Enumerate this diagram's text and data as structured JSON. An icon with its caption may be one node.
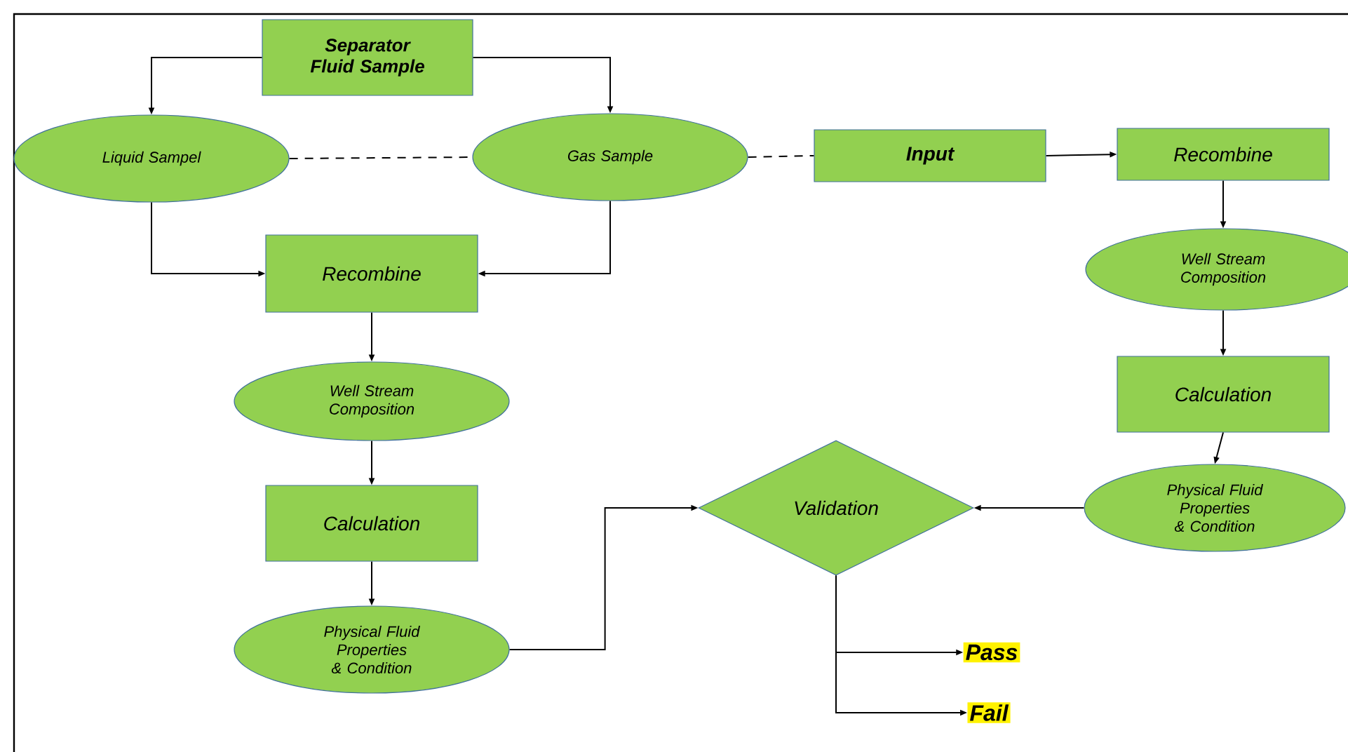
{
  "diagram": {
    "nodes": [
      {
        "text": [
          "Separator Fluid Sample"
        ]
      },
      {
        "text": [
          "Liquid Sampel"
        ]
      },
      {
        "text": [
          "Gas Sample"
        ]
      },
      {
        "text": [
          "Input"
        ]
      },
      {
        "text": [
          "Recombine"
        ]
      },
      {
        "text": [
          "Recombine"
        ]
      },
      {
        "text": [
          "Well Stream Composition"
        ]
      },
      {
        "text": [
          "Well Stream Composition"
        ]
      },
      {
        "text": [
          "Calculation"
        ]
      },
      {
        "text": [
          "Calculation"
        ]
      },
      {
        "text": [
          "Physical Fluid Properties & Condition"
        ]
      },
      {
        "text": [
          "Physical Fluid Properties & Condition"
        ]
      },
      {
        "text": [
          "Validation"
        ]
      },
      {
        "text": [
          "Pass"
        ]
      },
      {
        "text": [
          "Fail"
        ]
      }
    ],
    "edges": [
      {
        "from": 0,
        "to": 1,
        "arrow": "to"
      },
      {
        "from": 0,
        "to": 2,
        "arrow": "to"
      },
      {
        "from": 1,
        "to": 2,
        "arrow": "none",
        "style": "dashed"
      },
      {
        "from": 2,
        "to": 3,
        "arrow": "none",
        "style": "dashed"
      },
      {
        "from": 3,
        "to": 5,
        "arrow": "to"
      },
      {
        "from": 1,
        "to": 4,
        "arrow": "to"
      },
      {
        "from": 2,
        "to": 4,
        "arrow": "to"
      },
      {
        "from": 4,
        "to": 6,
        "arrow": "to"
      },
      {
        "from": 6,
        "to": 8,
        "arrow": "to"
      },
      {
        "from": 8,
        "to": 10,
        "arrow": "to"
      },
      {
        "from": 10,
        "to": 12,
        "arrow": "to"
      },
      {
        "from": 5,
        "to": 7,
        "arrow": "to"
      },
      {
        "from": 7,
        "to": 9,
        "arrow": "to"
      },
      {
        "from": 9,
        "to": 11,
        "arrow": "to"
      },
      {
        "from": 11,
        "to": 12,
        "arrow": "to"
      },
      {
        "from": 12,
        "to": 13,
        "arrow": "to"
      },
      {
        "from": 12,
        "to": 14,
        "arrow": "to"
      }
    ]
  }
}
